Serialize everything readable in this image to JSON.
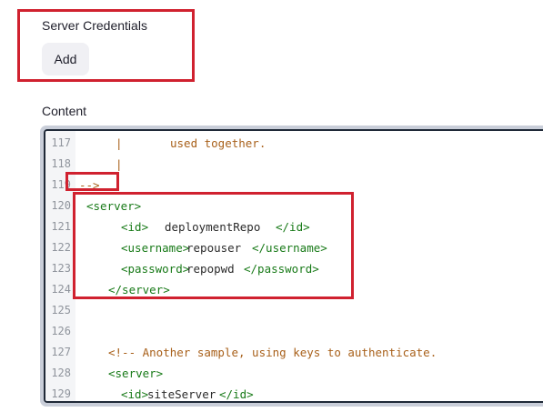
{
  "server_credentials": {
    "title": "Server Credentials",
    "add_label": "Add"
  },
  "content": {
    "label": "Content"
  },
  "editor": {
    "lines": [
      {
        "num": "117",
        "segments": [
          {
            "text": "|",
            "kind": "comment"
          },
          {
            "text": "used together.",
            "kind": "comment"
          }
        ]
      },
      {
        "num": "118",
        "segments": [
          {
            "text": "|",
            "kind": "comment"
          }
        ]
      },
      {
        "num": "119",
        "segments": [
          {
            "text": "-->",
            "kind": "comment"
          }
        ]
      },
      {
        "num": "120",
        "segments": [
          {
            "text": "<server>",
            "kind": "tag"
          }
        ]
      },
      {
        "num": "121",
        "segments": [
          {
            "text": "<id>",
            "kind": "tag"
          },
          {
            "text": "deploymentRepo",
            "kind": "text"
          },
          {
            "text": "</id>",
            "kind": "tag"
          }
        ]
      },
      {
        "num": "122",
        "segments": [
          {
            "text": "<username>",
            "kind": "tag"
          },
          {
            "text": "repouser",
            "kind": "text"
          },
          {
            "text": "</username>",
            "kind": "tag"
          }
        ]
      },
      {
        "num": "123",
        "segments": [
          {
            "text": "<password>",
            "kind": "tag"
          },
          {
            "text": "repopwd",
            "kind": "text"
          },
          {
            "text": "</password>",
            "kind": "tag"
          }
        ]
      },
      {
        "num": "124",
        "segments": [
          {
            "text": "</server>",
            "kind": "tag"
          }
        ]
      },
      {
        "num": "125",
        "segments": []
      },
      {
        "num": "126",
        "segments": []
      },
      {
        "num": "127",
        "segments": [
          {
            "text": "<!-- Another sample, using keys to authenticate.",
            "kind": "comment"
          }
        ]
      },
      {
        "num": "128",
        "segments": [
          {
            "text": "<server>",
            "kind": "tag"
          }
        ]
      },
      {
        "num": "129",
        "segments": [
          {
            "text": "<id>",
            "kind": "tag"
          },
          {
            "text": "siteServer",
            "kind": "text"
          },
          {
            "text": "</id>",
            "kind": "tag"
          }
        ]
      }
    ]
  },
  "colors": {
    "highlight": "#d0212f",
    "tag": "#187a18",
    "comment": "#a8601a"
  }
}
